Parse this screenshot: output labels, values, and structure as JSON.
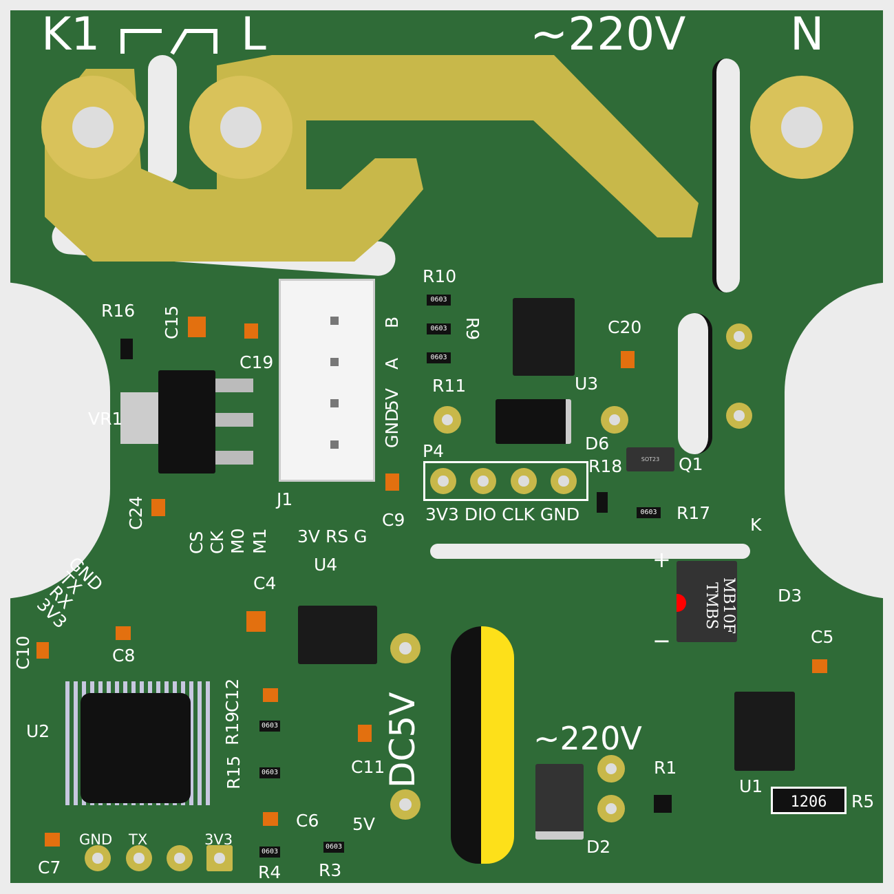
{
  "labels": {
    "k1": "K1",
    "l": "L",
    "ac_top": "~220V",
    "n": "N",
    "r16": "R16",
    "c15": "C15",
    "c19": "C19",
    "vr1": "VR1",
    "c24": "C24",
    "cs": "CS",
    "ck": "CK",
    "m0": "M0",
    "m1": "M1",
    "j1": "J1",
    "j1_pins": "3V RS G",
    "b": "B",
    "a": "A",
    "v5": "5V",
    "gnd_j": "GND",
    "c9": "C9",
    "r10": "R10",
    "r9": "R9",
    "r11": "R11",
    "u3": "U3",
    "c20": "C20",
    "d6": "D6",
    "p4": "P4",
    "p4_pins": "3V3 DIO CLK GND",
    "r18": "R18",
    "q1": "Q1",
    "r17": "R17",
    "k": "K",
    "d3": "D3",
    "c5": "C5",
    "plus": "+",
    "minus": "−",
    "gnd_s": "GND",
    "tx_s": "TX",
    "rx_s": "RX",
    "v33_s": "3V3",
    "c10": "C10",
    "c8": "C8",
    "u4": "U4",
    "c4": "C4",
    "c12": "C12",
    "r19": "R19",
    "r15": "R15",
    "u2": "U2",
    "c6": "C6",
    "c7": "C7",
    "gnd_b": "GND",
    "tx_b": "TX",
    "v33_b": "3V3",
    "r4": "R4",
    "r3": "R3",
    "v5_b": "5V",
    "c11": "C11",
    "dc5v": "DC5V",
    "ac_bottom": "~220V",
    "r1": "R1",
    "u1": "U1",
    "r5": "R5",
    "d2": "D2"
  },
  "markings": {
    "r5_size": "1206",
    "res_size": "0603",
    "d3_line1": "MB10F",
    "d3_line2": "TMBS",
    "q1_pkg": "SOT23"
  },
  "colors": {
    "board": "#2f6b37",
    "copper": "#c8b84a",
    "silkscreen": "#ffffff",
    "capacitor": "#e3700f"
  }
}
